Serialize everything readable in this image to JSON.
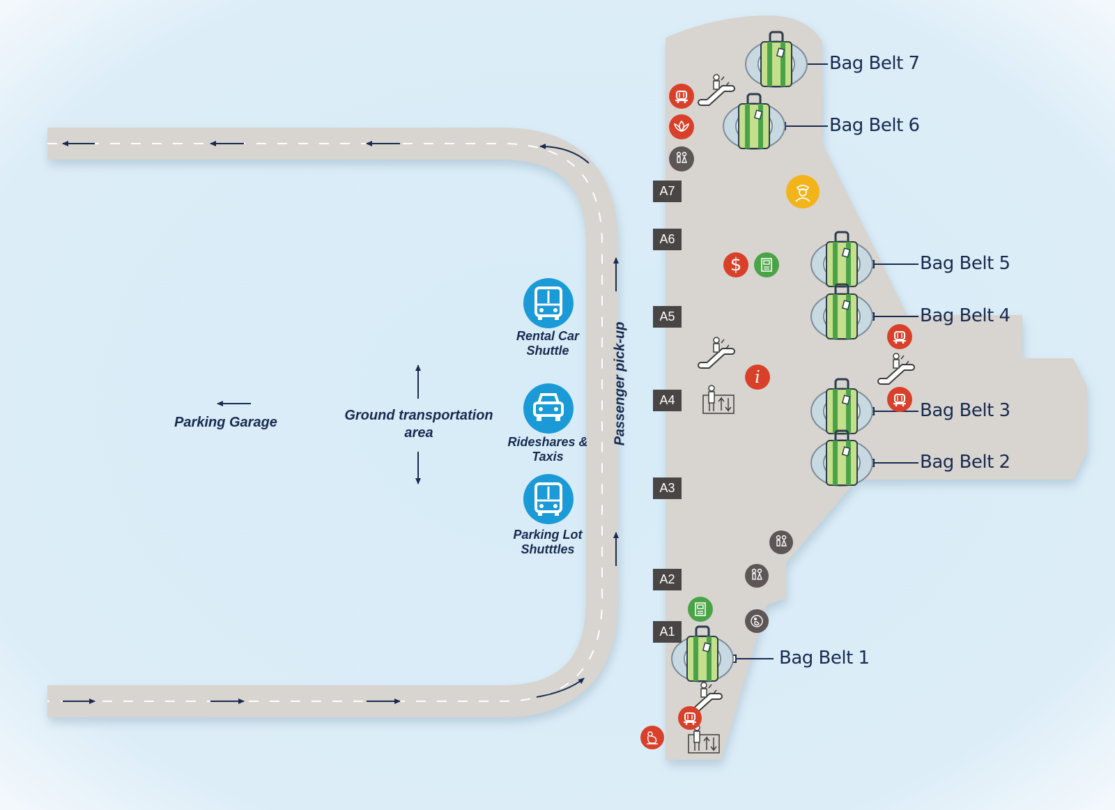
{
  "labels": {
    "parking_garage": "Parking Garage",
    "ground_transport": "Ground transportation area",
    "passenger_pickup": "Passenger pick-up",
    "rental_car": "Rental Car Shuttle",
    "rideshares": "Rideshares & Taxis",
    "parking_lot": "Parking Lot Shutttles"
  },
  "doors": [
    "A7",
    "A6",
    "A5",
    "A4",
    "A3",
    "A2",
    "A1"
  ],
  "bag_belts": [
    "Bag Belt 7",
    "Bag Belt 6",
    "Bag Belt 5",
    "Bag Belt 4",
    "Bag Belt 3",
    "Bag Belt 2",
    "Bag Belt 1"
  ],
  "icons": {
    "baggage_cart": "baggage-cart-icon",
    "lotus": "lotus-icon",
    "restroom": "restroom-icon",
    "officer": "officer-icon",
    "currency": "$",
    "atm": "atm-icon",
    "info": "i",
    "escalator": "escalator-icon",
    "elevator": "elevator-icon",
    "family_room": "family-room-icon",
    "pet_relief": "pet-relief-icon",
    "shuttle": "bus-icon",
    "car": "car-icon"
  },
  "colors": {
    "background": "#dcedf7",
    "terminal": "#d8d4d0",
    "road": "#d8d4d0",
    "navy": "#172a4f",
    "red": "#d8402a",
    "green": "#4aa447",
    "gray": "#5c5656",
    "yellow": "#f3b41b",
    "blue": "#1a9ad6",
    "luggage": "#c6df8c"
  }
}
